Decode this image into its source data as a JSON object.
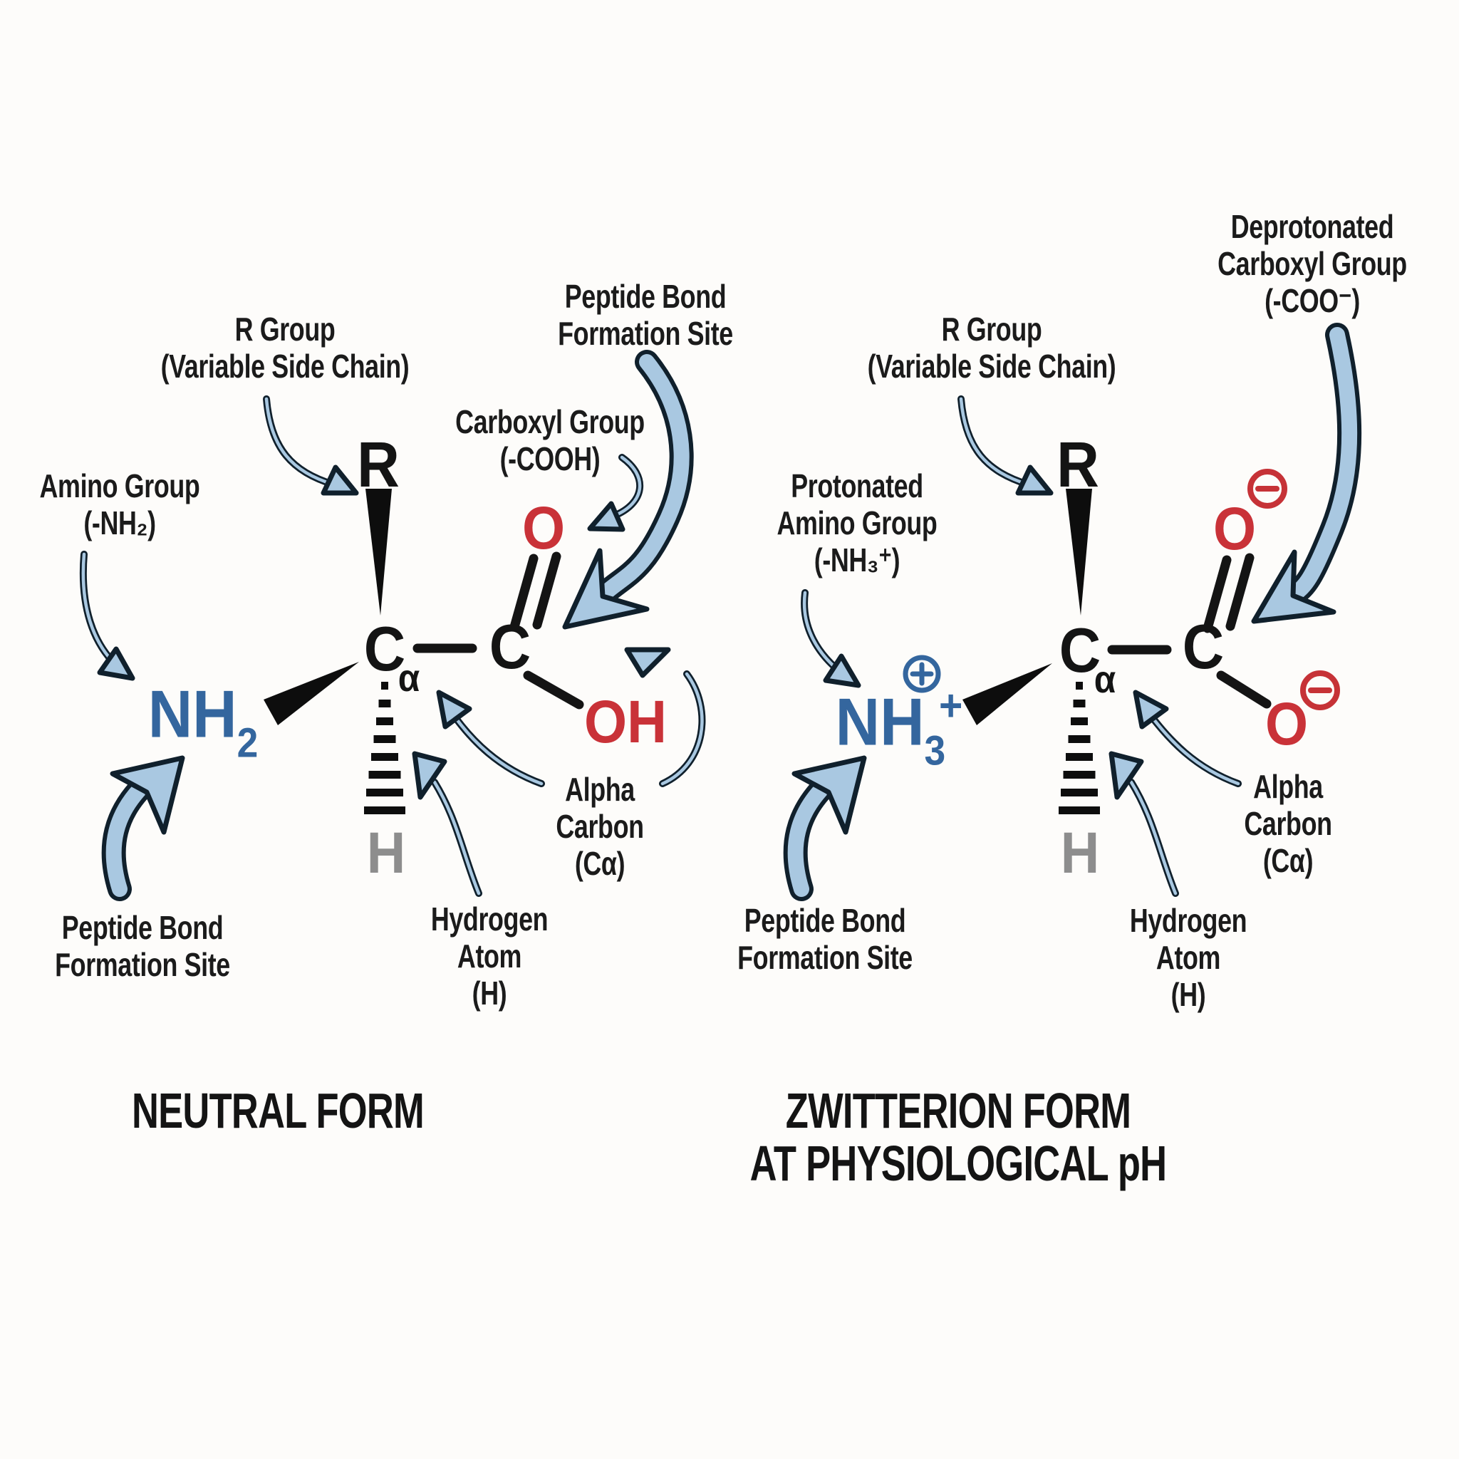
{
  "colors": {
    "background": "#fdfcfa",
    "black_text": "#1b1b1b",
    "oxygen_red": "#c93238",
    "nitrogen_blue": "#34669e",
    "hydrogen_gray": "#8d8d8d",
    "arrow_fill": "#a9c8e1",
    "arrow_outline": "#10202c"
  },
  "left": {
    "title": "NEUTRAL FORM",
    "labels": {
      "r_group": [
        "R Group",
        "(Variable Side Chain)"
      ],
      "peptide_top": [
        "Peptide Bond",
        "Formation Site"
      ],
      "carboxyl": [
        "Carboxyl Group",
        "(-COOH)"
      ],
      "amino": [
        "Amino Group",
        "(-NH₂)"
      ],
      "alpha": [
        "Alpha",
        "Carbon",
        "(Cα)"
      ],
      "hydrogen": [
        "Hydrogen",
        "Atom",
        "(H)"
      ],
      "peptide_bottom": [
        "Peptide Bond",
        "Formation Site"
      ]
    },
    "atoms": {
      "r": "R",
      "c_alpha": "C",
      "alpha_sub": "α",
      "c_carboxyl": "C",
      "o_double": "O",
      "oh": "OH",
      "h": "H",
      "nh": "NH",
      "nh_sub": "2"
    }
  },
  "right": {
    "title": [
      "ZWITTERION FORM",
      "AT PHYSIOLOGICAL pH"
    ],
    "labels": {
      "deprotonated_carboxyl": [
        "Deprotonated",
        "Carboxyl Group",
        "(-COO⁻)"
      ],
      "r_group": [
        "R Group",
        "(Variable Side Chain)"
      ],
      "protonated_amino": [
        "Protonated",
        "Amino Group",
        "(-NH₃⁺)"
      ],
      "alpha": [
        "Alpha",
        "Carbon",
        "(Cα)"
      ],
      "hydrogen": [
        "Hydrogen",
        "Atom",
        "(H)"
      ],
      "peptide_bottom": [
        "Peptide Bond",
        "Formation Site"
      ]
    },
    "atoms": {
      "r": "R",
      "c_alpha": "C",
      "alpha_sub": "α",
      "c_carboxyl": "C",
      "o_top": "O",
      "o_bottom": "O",
      "h": "H",
      "nh": "NH",
      "nh_sub": "3",
      "nh_sup": "+"
    },
    "charges": {
      "minus_top": "−",
      "minus_bottom": "−",
      "plus_on_amino": "+"
    }
  }
}
